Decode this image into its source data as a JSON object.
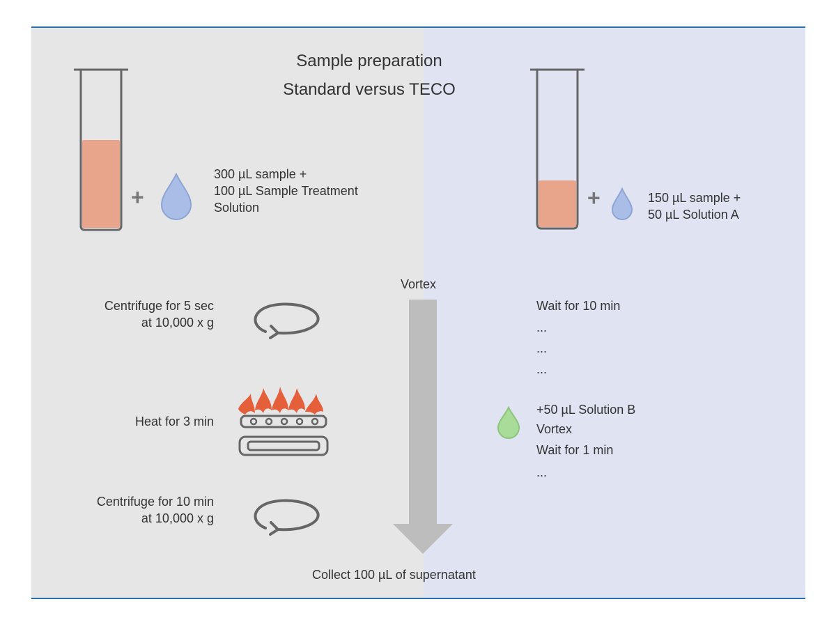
{
  "title": {
    "line1": "Sample preparation",
    "line2": "Standard versus TECO"
  },
  "standard": {
    "plus_sign": "+",
    "reagent_lines": [
      "300 µL sample +",
      "100 µL Sample Treatment",
      "Solution"
    ],
    "step1_lines": [
      "Centrifuge for 5 sec",
      "at 10,000 x g"
    ],
    "step2_label": "Heat for 3 min",
    "step3_lines": [
      "Centrifuge for 10 min",
      "at 10,000 x g"
    ]
  },
  "center": {
    "vortex_label": "Vortex",
    "collect_label": "Collect 100 µL of supernatant"
  },
  "teco": {
    "plus_sign": "+",
    "reagent_lines": [
      "150 µL sample +",
      "50 µL Solution A"
    ],
    "wait_lines": [
      "Wait for 10 min",
      "...",
      "...",
      "..."
    ],
    "solution_b_lines": [
      "+50 µL Solution B",
      "Vortex",
      "Wait for 1 min",
      "..."
    ]
  },
  "colors": {
    "left_panel_bg": "#e6e6e6",
    "right_panel_bg": "#dfe3f2",
    "rule_blue": "#2c6db0",
    "sample_fill": "#e8a58c",
    "drop_blue": "#a9bde6",
    "drop_green": "#a8dc98",
    "arrow_gray": "#bdbdbd",
    "flame_orange": "#e5603a"
  },
  "icons": [
    "test-tube-icon",
    "blue-drop-icon",
    "green-drop-icon",
    "centrifuge-rotate-icon",
    "burner-flame-icon",
    "down-arrow-icon"
  ]
}
